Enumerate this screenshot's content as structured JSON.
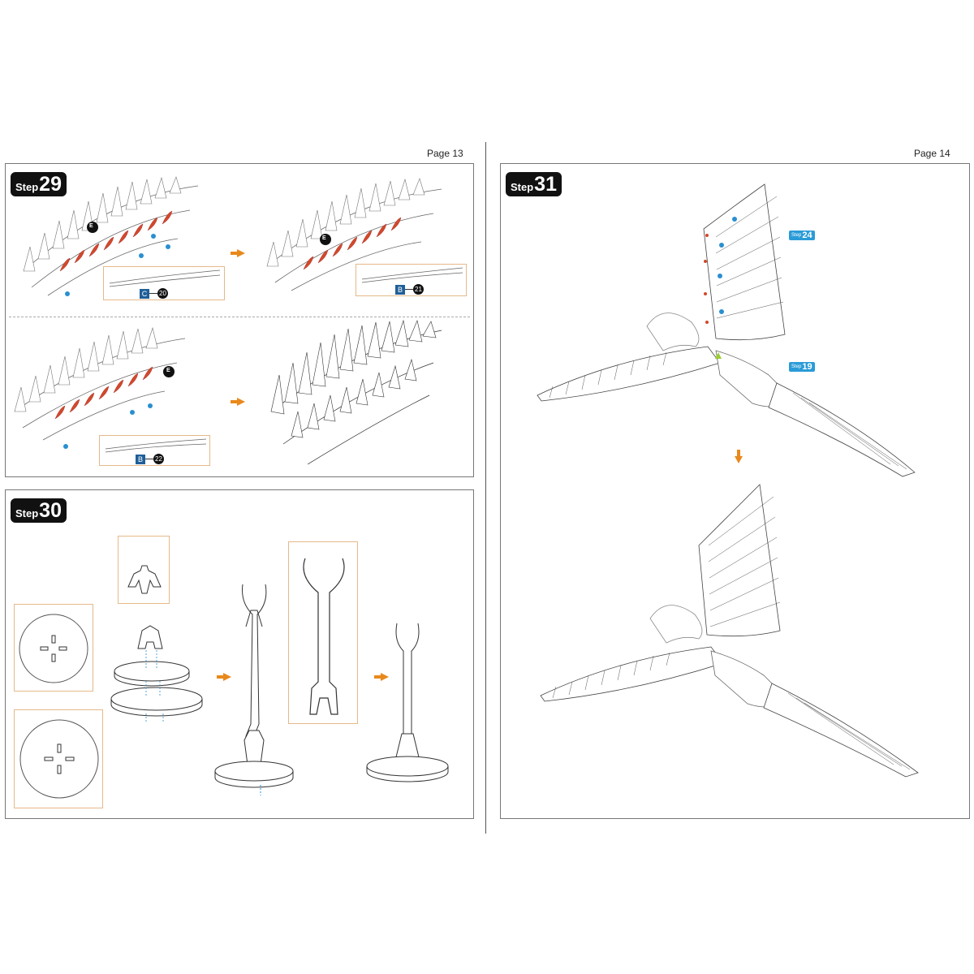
{
  "pages": {
    "left_label": "Page 13",
    "right_label": "Page 14"
  },
  "step29": {
    "word": "Step",
    "number": "29",
    "marker_e": "E",
    "callouts": [
      {
        "part_letter": "C",
        "part_number": "20",
        "color": "#1f5f99"
      },
      {
        "part_letter": "B",
        "part_number": "21",
        "color": "#1f5f99"
      },
      {
        "part_letter": "B",
        "part_number": "22",
        "color": "#1f5f99"
      }
    ]
  },
  "step30": {
    "word": "Step",
    "number": "30"
  },
  "step31": {
    "word": "Step",
    "number": "31",
    "refs": [
      {
        "word": "Step",
        "number": "24"
      },
      {
        "word": "Step",
        "number": "19"
      }
    ]
  },
  "colors": {
    "accent_orange": "#e8891c",
    "highlight_red": "#d2492a",
    "marker_blue": "#2a8fd0",
    "callout_border": "#e5b98a"
  }
}
